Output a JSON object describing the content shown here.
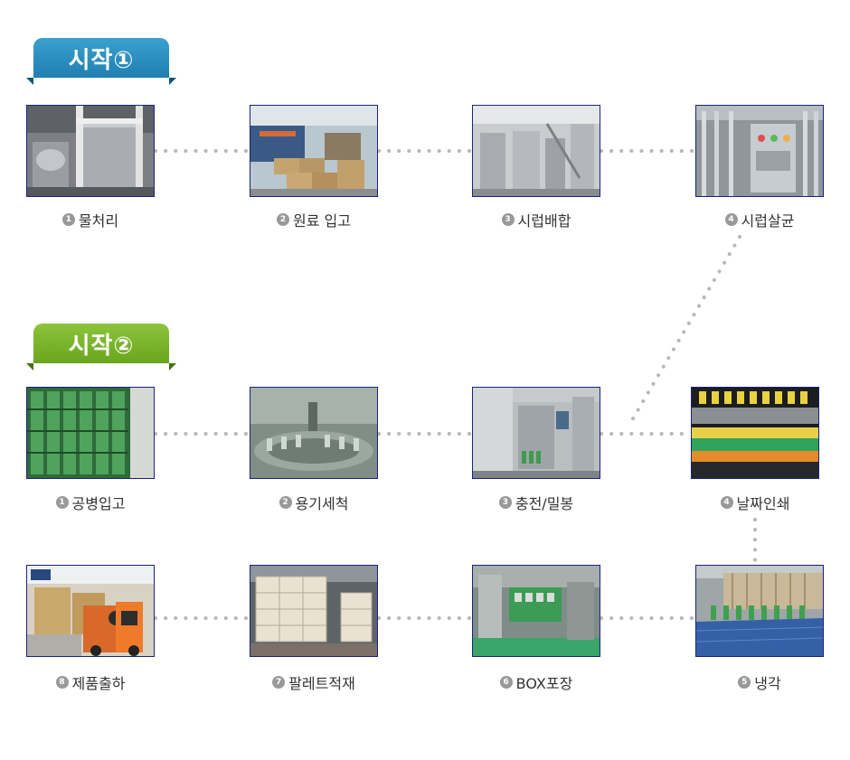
{
  "sections": [
    {
      "title": "시작①",
      "steps": [
        {
          "num": "1",
          "label": "물처리",
          "scene": "water-treatment-tank"
        },
        {
          "num": "2",
          "label": "원료 입고",
          "scene": "warehouse-boxes"
        },
        {
          "num": "3",
          "label": "시럽배합",
          "scene": "syrup-mixing-tanks"
        },
        {
          "num": "4",
          "label": "시럽살균",
          "scene": "sterilization-panel"
        }
      ]
    },
    {
      "title": "시작②",
      "steps": [
        {
          "num": "1",
          "label": "공병입고",
          "scene": "green-bottle-stacks"
        },
        {
          "num": "2",
          "label": "용기세척",
          "scene": "bottle-washer"
        },
        {
          "num": "3",
          "label": "충전/밀봉",
          "scene": "filling-machine"
        },
        {
          "num": "4",
          "label": "날짜인쇄",
          "scene": "date-printing-conveyor"
        },
        {
          "num": "5",
          "label": "냉각",
          "scene": "cooling-conveyor"
        },
        {
          "num": "6",
          "label": "BOX포장",
          "scene": "box-packing-line"
        },
        {
          "num": "7",
          "label": "팔레트적재",
          "scene": "pallet-stacking"
        },
        {
          "num": "8",
          "label": "제품출하",
          "scene": "forklift-shipping"
        }
      ]
    }
  ],
  "colors": {
    "banner_1": "#2a8fc2",
    "banner_2": "#7ab52a",
    "connector": "#b8b8b8",
    "frame": "#1a237e",
    "number_badge": "#999999"
  }
}
